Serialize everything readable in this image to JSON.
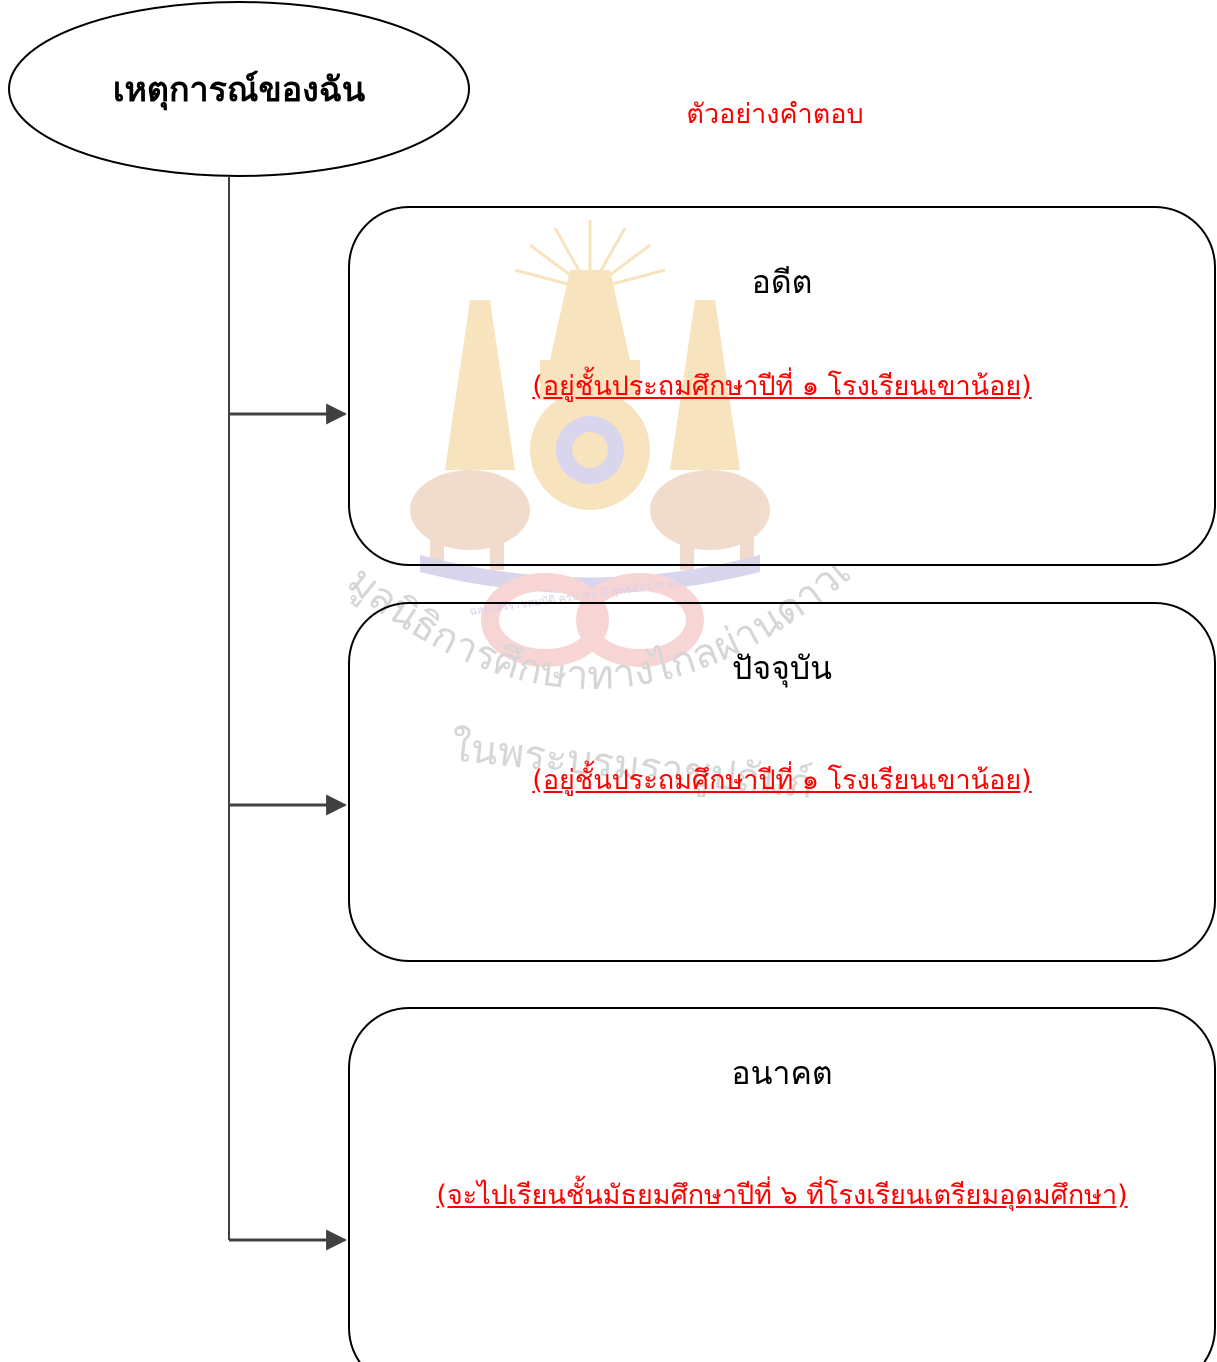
{
  "diagram": {
    "root_label": "เหตุการณ์ของฉัน",
    "example_note": "ตัวอย่างคำตอบ",
    "sections": [
      {
        "title": "อดีต",
        "answer": "(อยู่ชั้นประถมศึกษาปีที่ ๑ โรงเรียนเขาน้อย)"
      },
      {
        "title": "ปัจจุบัน",
        "answer": "(อยู่ชั้นประถมศึกษาปีที่ ๑ โรงเรียนเขาน้อย)"
      },
      {
        "title": "อนาคต",
        "answer": "(จะไปเรียนชั้นมัธยมศึกษาปีที่ ๖ ที่โรงเรียนเตรียมอุดมศึกษา)"
      }
    ]
  },
  "watermark": {
    "text_line1": "มูลนิธิการศึกษาทางไกลผ่านดาวเทียม",
    "text_line2": "ในพระบรมราชูปถัมภ์",
    "emblem_text": "ฉลองสิริราชสมบัติ ครบ ๕๐ ปี พุทธศักราช ๒๕๓๙",
    "colors": {
      "gold": "#f2cf8a",
      "red": "#f3b3b3",
      "blue": "#b9b4df",
      "gray": "#d6d6d6"
    }
  },
  "colors": {
    "note": "#ff0000",
    "line": "#404040",
    "border": "#000000"
  }
}
